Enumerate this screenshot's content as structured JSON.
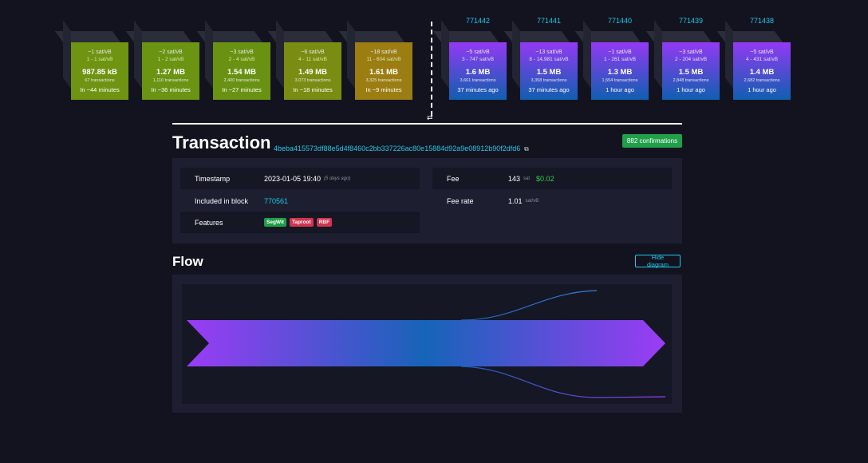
{
  "mempool_blocks": [
    {
      "fee": "~1 sat/vB",
      "range": "1 - 1 sat/vB",
      "size": "987.85 kB",
      "txs": "67 transactions",
      "eta": "In ~44 minutes",
      "color": "#6f9412"
    },
    {
      "fee": "~2 sat/vB",
      "range": "1 - 2 sat/vB",
      "size": "1.27 MB",
      "txs": "1,110 transactions",
      "eta": "In ~36 minutes",
      "color": "#6a9412"
    },
    {
      "fee": "~3 sat/vB",
      "range": "2 - 4 sat/vB",
      "size": "1.54 MB",
      "txs": "2,400 transactions",
      "eta": "In ~27 minutes",
      "color": "#6a9212"
    },
    {
      "fee": "~6 sat/vB",
      "range": "4 - 11 sat/vB",
      "size": "1.49 MB",
      "txs": "3,073 transactions",
      "eta": "In ~18 minutes",
      "color": "#7b8c12"
    },
    {
      "fee": "~18 sat/vB",
      "range": "11 - 604 sat/vB",
      "size": "1.61 MB",
      "txs": "3,325 transactions",
      "eta": "In ~9 minutes",
      "color": "#9b7d12"
    }
  ],
  "mined_blocks": [
    {
      "height": "771442",
      "fee": "~5 sat/vB",
      "range": "3 - 747 sat/vB",
      "size": "1.6 MB",
      "txs": "3,661 transactions",
      "age": "37 minutes ago"
    },
    {
      "height": "771441",
      "fee": "~13 sat/vB",
      "range": "8 - 14,981 sat/vB",
      "size": "1.5 MB",
      "txs": "3,358 transactions",
      "age": "37 minutes ago"
    },
    {
      "height": "771440",
      "fee": "~1 sat/vB",
      "range": "1 - 261 sat/vB",
      "size": "1.3 MB",
      "txs": "1,554 transactions",
      "age": "1 hour ago"
    },
    {
      "height": "771439",
      "fee": "~3 sat/vB",
      "range": "2 - 204 sat/vB",
      "size": "1.5 MB",
      "txs": "2,848 transactions",
      "age": "1 hour ago"
    },
    {
      "height": "771438",
      "fee": "~5 sat/vB",
      "range": "4 - 431 sat/vB",
      "size": "1.4 MB",
      "txs": "2,682 transactions",
      "age": "1 hour ago"
    }
  ],
  "swap_icon": "⇄",
  "transaction": {
    "title": "Transaction",
    "txid": "4beba415573df88e5d4f8460c2bb337226ac80e15884d92a9e08912b90f2dfd6",
    "copy_icon": "⧉",
    "confirmations": "882 confirmations",
    "timestamp_label": "Timestamp",
    "timestamp_value": "2023-01-05 19:40",
    "timestamp_ago": "(5 days ago)",
    "block_label": "Included in block",
    "block_value": "770561",
    "features_label": "Features",
    "features": [
      "SegWit",
      "Taproot",
      "RBF"
    ],
    "fee_label": "Fee",
    "fee_value": "143",
    "fee_unit": "sat",
    "fee_usd": "$0.02",
    "feerate_label": "Fee rate",
    "feerate_value": "1.01",
    "feerate_unit": "sat/vB"
  },
  "flow": {
    "title": "Flow",
    "hide_button": "Hide diagram"
  },
  "colors": {
    "accent": "#1fc7e8",
    "confirmed": "#20a04a",
    "mined_top": "#9339f4",
    "mined_bottom": "#105fb0",
    "flow_purple": "#9b3cf5",
    "flow_blue": "#1664b8"
  }
}
